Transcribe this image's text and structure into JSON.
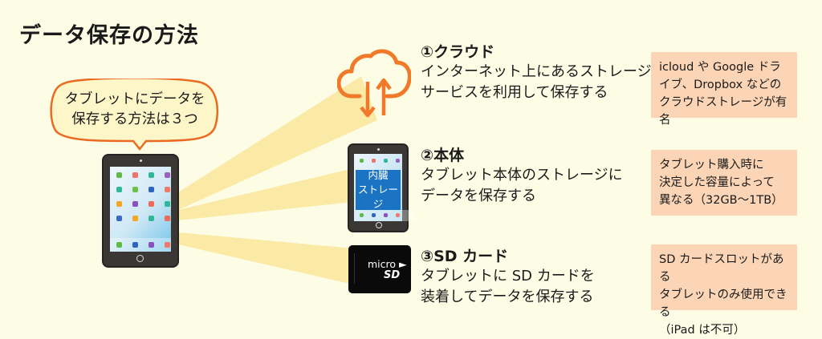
{
  "page": {
    "title": "データ保存の方法",
    "speech_bubble": {
      "line1": "タブレットにデータを",
      "line2": "保存する方法は３つ"
    }
  },
  "colors": {
    "background": "#fdfde6",
    "beam": "#fbe9a6",
    "accent_orange": "#f07a2a",
    "note_bg": "#fbd5b5",
    "storage_blue": "#1a73c3"
  },
  "methods": [
    {
      "title": "①クラウド",
      "icon": "cloud-upload-download-icon",
      "desc_line1": "インターネット上にあるストレージ",
      "desc_line2": "サービスを利用して保存する",
      "note": [
        "icloud や Google ドラ",
        "イブ、Dropbox などの",
        "クラウドストレージが有名"
      ]
    },
    {
      "title": "②本体",
      "icon": "tablet-internal-storage-icon",
      "icon_label": [
        "内臓",
        "ストレージ"
      ],
      "desc_line1": "タブレット本体のストレージに",
      "desc_line2": "データを保存する",
      "note": [
        "タブレット購入時に",
        "決定した容量によって",
        "異なる（32GB〜1TB）"
      ]
    },
    {
      "title": "③SD カード",
      "icon": "microsd-card-icon",
      "icon_label": [
        "micro ►",
        "SD"
      ],
      "desc_line1": "タブレットに SD カードを",
      "desc_line2": "装着してデータを保存する",
      "note": [
        "SD カードスロットがある",
        "タブレットのみ使用できる",
        "（iPad は不可）"
      ]
    }
  ]
}
